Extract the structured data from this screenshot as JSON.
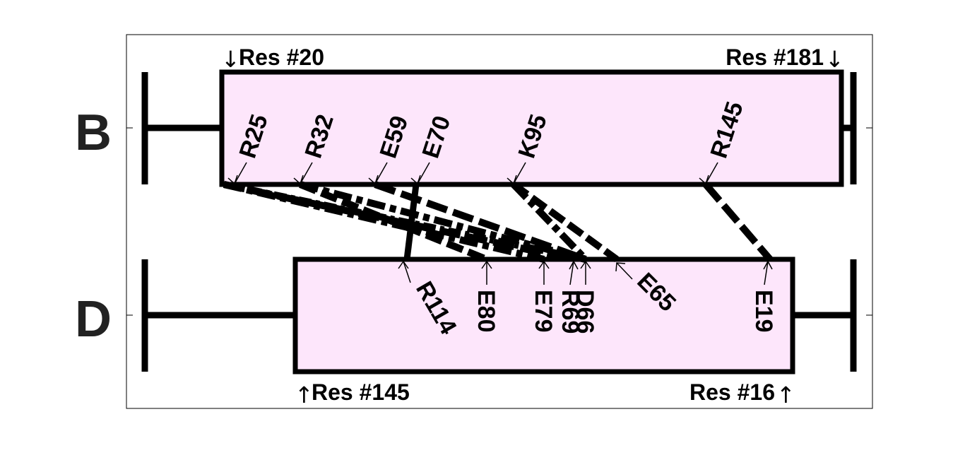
{
  "chains": {
    "top": {
      "label": "B",
      "start_label": "Res #20",
      "end_label": "Res #181",
      "sites": [
        "R25",
        "R32",
        "E59",
        "E70",
        "K95",
        "R145"
      ]
    },
    "bottom": {
      "label": "D",
      "start_label": "Res #145",
      "end_label": "Res #16",
      "sites": [
        "R114",
        "E80",
        "E79",
        "R69",
        "D66",
        "E65",
        "E19"
      ]
    }
  },
  "links": [
    [
      "R25",
      "E79"
    ],
    [
      "R25",
      "R69"
    ],
    [
      "R25",
      "D66"
    ],
    [
      "R32",
      "E80"
    ],
    [
      "R32",
      "D66"
    ],
    [
      "E59",
      "D66"
    ],
    [
      "E70",
      "R114"
    ],
    [
      "K95",
      "E65"
    ],
    [
      "K95",
      "D66"
    ],
    [
      "R145",
      "E19"
    ]
  ],
  "arrows": {
    "down": "↓",
    "up": "↑"
  },
  "colors": {
    "box_fill": "#fde6fb",
    "stroke": "#000000",
    "label": "#222222"
  }
}
